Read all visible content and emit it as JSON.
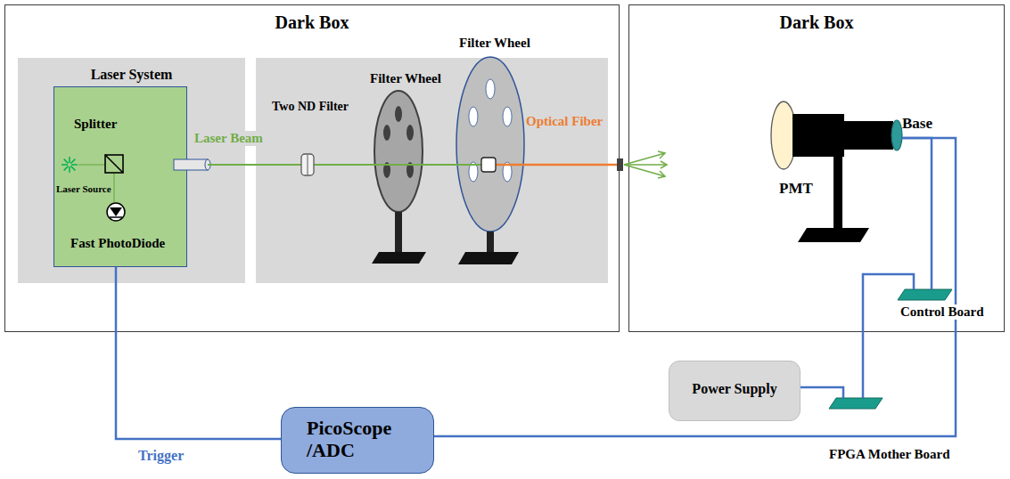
{
  "diagram": {
    "nodes": [
      {
        "text": [
          "Dark Box"
        ]
      },
      {
        "text": [
          "Laser System"
        ],
        "in": 0
      },
      {
        "text": [
          "Splitter",
          "Laser Source",
          "Fast PhotoDiode"
        ],
        "in": 1
      },
      {
        "text": [
          "Dark Box"
        ]
      },
      {
        "text": [
          "PMT",
          "Base"
        ],
        "in": 3
      },
      {
        "text": [
          "Control Board"
        ],
        "in": 3
      },
      {
        "text": [
          "Power Supply"
        ]
      },
      {
        "text": [
          "FPGA Mother Board"
        ]
      },
      {
        "text": [
          "PicoScope /ADC"
        ]
      }
    ],
    "edges": [
      {
        "from": 2,
        "to": 8,
        "arrow": "none",
        "label": "Trigger"
      },
      {
        "from": 6,
        "to": 7,
        "arrow": "none"
      },
      {
        "from": 7,
        "to": 5,
        "arrow": "none"
      },
      {
        "from": 4,
        "to": 5,
        "arrow": "none"
      },
      {
        "from": 4,
        "to": 8,
        "arrow": "none"
      }
    ],
    "labels": [
      "Laser Beam",
      "Two ND Filter",
      "Filter Wheel",
      "Filter Wheel",
      "Optical Fiber"
    ]
  }
}
